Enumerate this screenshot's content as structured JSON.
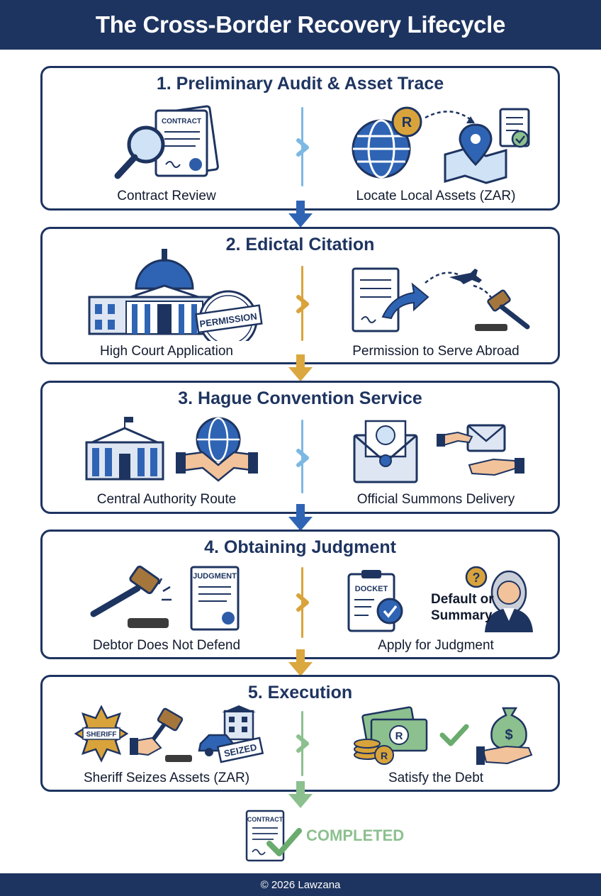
{
  "title": "The Cross-Border Recovery Lifecycle",
  "footer": "© 2026 Lawzana",
  "steps": [
    {
      "title": "1. Preliminary Audit & Asset Trace",
      "left_label": "Contract Review",
      "right_label": "Locate Local Assets (ZAR)",
      "accent": "#7cb8e4"
    },
    {
      "title": "2. Edictal Citation",
      "left_label": "High Court Application",
      "right_label": "Permission to Serve Abroad",
      "accent": "#d9a33b"
    },
    {
      "title": "3. Hague Convention Service",
      "left_label": "Central Authority Route",
      "right_label": "Official Summons Delivery",
      "accent": "#7cb8e4"
    },
    {
      "title": "4. Obtaining Judgment",
      "left_label": "Debtor Does Not Defend",
      "right_label": "Apply for Judgment",
      "accent": "#d9a33b"
    },
    {
      "title": "5. Execution",
      "left_label": "Sheriff Seizes Assets (ZAR)",
      "right_label": "Satisfy the Debt",
      "accent": "#8cc08f"
    }
  ],
  "icon_text": {
    "contract": "CONTRACT",
    "permission": "PERMISSION",
    "judgment": "JUDGMENT",
    "docket": "DOCKET",
    "sheriff": "SHERIFF",
    "seized": "SEIZED",
    "rand": "R",
    "dollar": "$",
    "question": "?"
  },
  "default_or_summary": [
    "Default or",
    "Summary"
  ],
  "completed": "COMPLETED",
  "colors": {
    "navy": "#1e3460",
    "blue_arrow": "#2f64b4",
    "gold_arrow": "#dba73f",
    "green_arrow": "#8cc08f"
  }
}
